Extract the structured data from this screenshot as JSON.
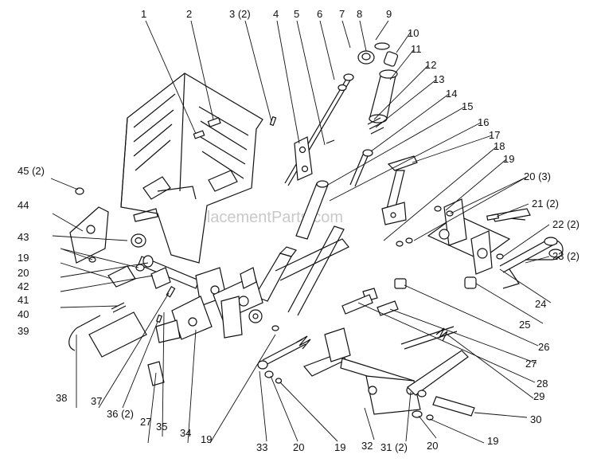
{
  "watermark": "eReplacementParts.com",
  "labels": {
    "l1": "1",
    "l2": "2",
    "l3": "3 (2)",
    "l4": "4",
    "l5": "5",
    "l6": "6",
    "l7": "7",
    "l8": "8",
    "l9": "9",
    "l10": "10",
    "l11": "11",
    "l12": "12",
    "l13": "13",
    "l14": "14",
    "l15": "15",
    "l16": "16",
    "l17": "17",
    "l18": "18",
    "l19a": "19",
    "l20a": "20 (3)",
    "l21": "21 (2)",
    "l22": "22 (2)",
    "l23": "23 (2)",
    "l24": "24",
    "l25": "25",
    "l26": "26",
    "l27a": "27",
    "l28": "28",
    "l29": "29",
    "l30": "30",
    "l19b": "19",
    "l20b": "20",
    "l31": "31 (2)",
    "l32": "32",
    "l19c": "19",
    "l20c": "20",
    "l33": "33",
    "l19d": "19",
    "l34": "34",
    "l35": "35",
    "l27b": "27",
    "l36": "36 (2)",
    "l37": "37",
    "l38": "38",
    "l39": "39",
    "l40": "40",
    "l41": "41",
    "l42": "42",
    "l20d": "20",
    "l19e": "19",
    "l43": "43",
    "l44": "44",
    "l45": "45 (2)"
  }
}
